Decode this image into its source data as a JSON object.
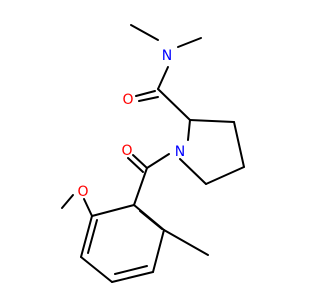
{
  "colors": {
    "bond": "#000000",
    "oxygen": "#ff0000",
    "nitrogen": "#0000ff",
    "background": "#ffffff"
  },
  "atoms": {
    "n_amide": "N",
    "o_amide": "O",
    "n_ring": "N",
    "o_acyl": "O",
    "o_methoxy": "O"
  }
}
